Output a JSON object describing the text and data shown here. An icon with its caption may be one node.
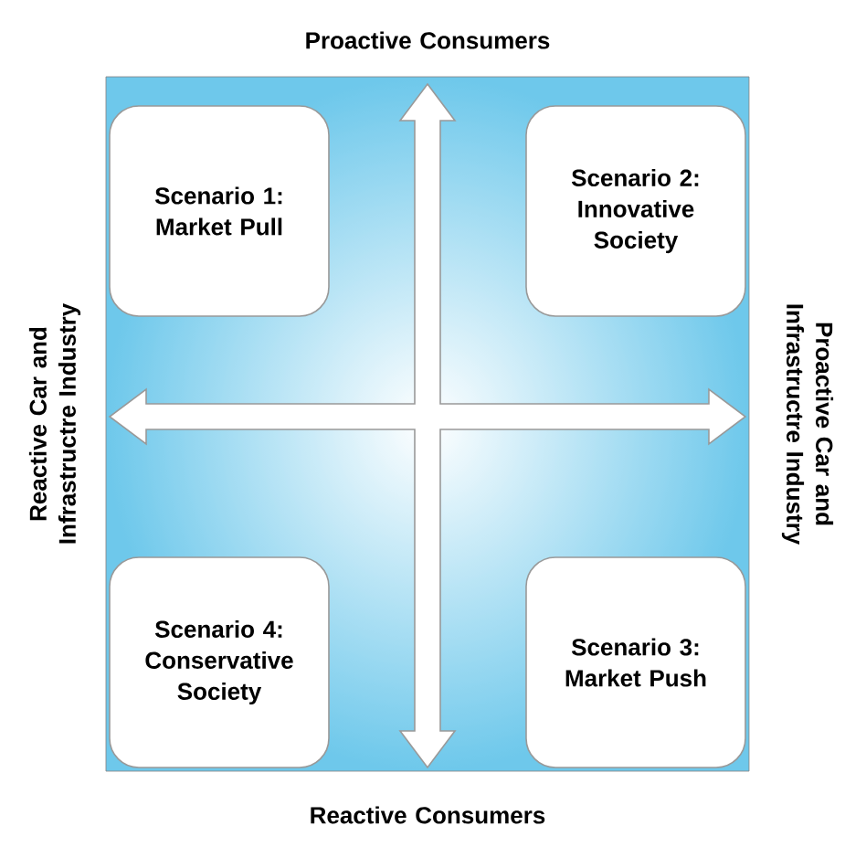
{
  "diagram": {
    "nodes": [
      {
        "text": [
          "Scenario 1: Market Pull"
        ]
      },
      {
        "text": [
          "Scenario 2: Innovative Society"
        ]
      },
      {
        "text": [
          "Scenario 4: Conservative Society"
        ]
      },
      {
        "text": [
          "Scenario 3: Market Push"
        ]
      }
    ],
    "labels": [
      "Proactive Consumers",
      "Reactive Car and Infrastructre Industry",
      "Proactive Car and Infrastructre Industry",
      "Reactive Consumers"
    ]
  }
}
